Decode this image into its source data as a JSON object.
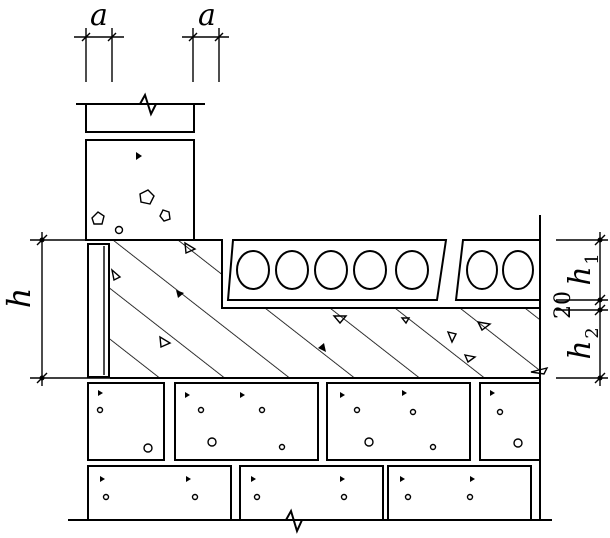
{
  "labels": {
    "dim_a_left": "a",
    "dim_a_right": "a",
    "dim_h": "h",
    "dim_h1_base": "h",
    "dim_h1_sub": "1",
    "dim_20": "20",
    "dim_h2_base": "h",
    "dim_h2_sub": "2"
  },
  "colors": {
    "line": "#000000",
    "background": "#ffffff"
  }
}
